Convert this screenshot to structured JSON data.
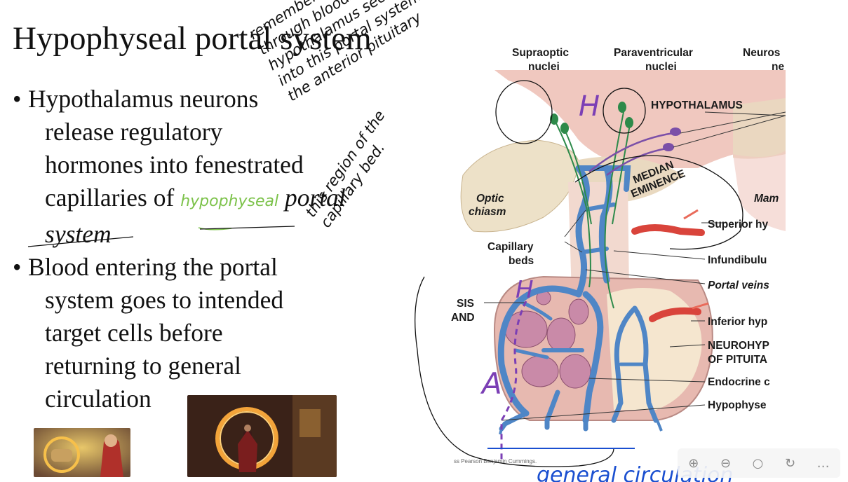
{
  "slide": {
    "title": "Hypophyseal portal system",
    "bullets": [
      {
        "marker": "•",
        "lines": [
          "Hypothalamus neurons",
          "release regulatory",
          "hormones into fenestrated",
          "capillaries of"
        ],
        "handwritten_insert": "hypophyseal",
        "italic_tail": [
          "portal",
          "system"
        ]
      },
      {
        "marker": "•",
        "lines": [
          "Blood entering the portal",
          "system goes to intended",
          "target cells before",
          "returning to general",
          "circulation"
        ]
      }
    ]
  },
  "diagram": {
    "labels": {
      "supraoptic_1": "Supraoptic",
      "supraoptic_2": "nuclei",
      "paraventricular_1": "Paraventricular",
      "paraventricular_2": "nuclei",
      "neuros_1": "Neuros",
      "neuros_2": "ne",
      "hypothalamus": "HYPOTHALAMUS",
      "median": "MEDIAN",
      "eminence": "EMINENCE",
      "optic_1": "Optic",
      "optic_2": "chiasm",
      "mam": "Mam",
      "superior": "Superior hy",
      "capillary_1": "Capillary",
      "capillary_2": "beds",
      "infundibulum": "Infundibulu",
      "portal_veins": "Portal veins",
      "sis": "SIS",
      "and": "AND",
      "inferior": "Inferior hyp",
      "neurohyp": "NEUROHYP",
      "of_pituita": "OF PITUITA",
      "endocrine": "Endocrine c",
      "hypophyse": "Hypophyse",
      "credit": "ss Pearson Benjamin Cummings."
    },
    "handwriting": {
      "H_top": "H",
      "H_side": "H",
      "A_side": "A",
      "general_circulation": "general circulation",
      "note_main": "remember hormones must move through bloodstream. so hypothalamus secretes hormone into this portal system then into the anterior pituitary",
      "note_region": "this region of the capillary bed."
    },
    "colors": {
      "tissue": "#f0c8bf",
      "bone": "#ede1c8",
      "vessel": "#4f86c6",
      "artery": "#d9443b",
      "neuron_green": "#2d8a4a",
      "neuron_purple": "#7b4fa8",
      "pink_cells": "#c98aa8"
    }
  },
  "toolbar": {
    "icons": [
      "zoom-in-icon",
      "zoom-out-icon",
      "search-icon",
      "rotate-icon",
      "more-icon"
    ],
    "glyphs": [
      "⊕",
      "⊖",
      "○",
      "↻",
      "…"
    ]
  }
}
